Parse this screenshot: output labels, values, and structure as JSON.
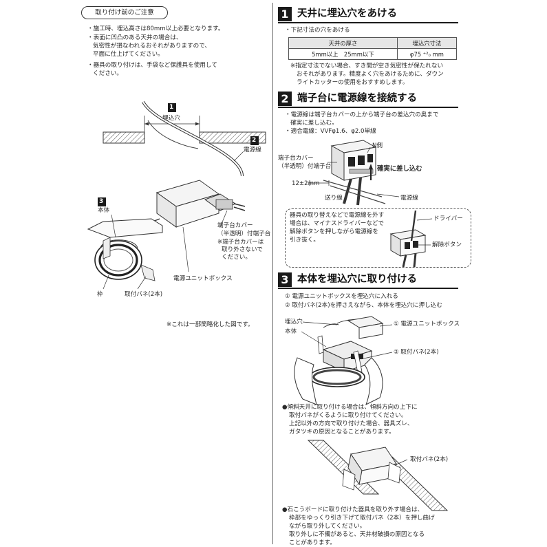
{
  "left": {
    "caution_title": "取り付け前のご注意",
    "caution_lines": [
      "・施工時、埋込高さは80mm以上必要となります。",
      "・表面に凹凸のある天井の場合は、",
      "気密性が損なわれるおそれがありますので、",
      "平面に仕上げてください。",
      "・器具の取り付けは、手袋など保護具を使用して",
      "ください。"
    ],
    "badge_1": "1",
    "badge_2": "2",
    "badge_3": "3",
    "label_hole": "埋込穴",
    "label_cable": "電源線",
    "label_body": "本体",
    "label_terminal_1": "端子台カバー",
    "label_terminal_2": "（半透明）付端子台",
    "label_terminal_3": "※端子台カバーは",
    "label_terminal_4": "取り外さないで",
    "label_terminal_5": "ください。",
    "label_unitbox": "電源ユニットボックス",
    "label_frame": "枠",
    "label_spring": "取付バネ(2本)",
    "note_simplified": "※これは一部簡略化した図です。"
  },
  "step1": {
    "num": "1",
    "title": "天井に埋込穴をあける",
    "intro": "・下記寸法の穴をあける",
    "table": {
      "headers": [
        "天井の厚さ",
        "埋込穴寸法"
      ],
      "row": [
        "5mm以上　25mm以下",
        "φ75 ⁺²₀ mm"
      ]
    },
    "note_lines": [
      "※指定寸法でない場合、すき間が空き気密性が保たれない",
      "おそれがあります。精度よく穴をあけるために、ダウン",
      "ライトカッターの使用をおすすめします。"
    ]
  },
  "step2": {
    "num": "2",
    "title": "端子台に電源線を接続する",
    "lines": [
      "・電源線は端子台カバーの上から端子台の差込穴の奥まで",
      "確実に差し込む。",
      "・適合電線：VVFφ1.6、φ2.0単線"
    ],
    "label_n": "N側",
    "label_terminal_1": "端子台カバー",
    "label_terminal_2": "（半透明）付端子台",
    "label_insert": "確実に差し込む",
    "label_strip": "12±2mm",
    "label_feed": "送り線",
    "label_power": "電源線",
    "box_lines": [
      "器具の取り替えなどで電源線を外す",
      "場合は、マイナスドライバーなどで",
      "解除ボタンを押しながら電源線を",
      "引き抜く。"
    ],
    "label_driver": "ドライバー",
    "label_release": "解除ボタン"
  },
  "step3": {
    "num": "3",
    "title": "本体を埋込穴に取り付ける",
    "step_a": "① 電源ユニットボックスを埋込穴に入れる",
    "step_b": "② 取付バネ(2本)を押さえながら、本体を埋込穴に押し込む",
    "label_hole": "埋込穴",
    "label_body": "本体",
    "label_a": "① 電源ユニットボックス",
    "label_b": "② 取付バネ(2本)",
    "slope_lines": [
      "●傾斜天井に取り付ける場合は、傾斜方向の上下に",
      "取付バネがくるように取り付けてください。",
      "上記以外の方向で取り付けた場合、器具ズレ、",
      "ガタツキの原因となることがあります。"
    ],
    "label_spring": "取付バネ(2本)",
    "remove_lines": [
      "●石こうボードに取り付けた器具を取り外す場合は、",
      "枠部をゆっくり引き下げて取付バネ（2本）を押し曲げ",
      "ながら取り外してください。",
      "取り外しに不備があると、天井材破損の原因となる",
      "ことがあります。"
    ]
  }
}
